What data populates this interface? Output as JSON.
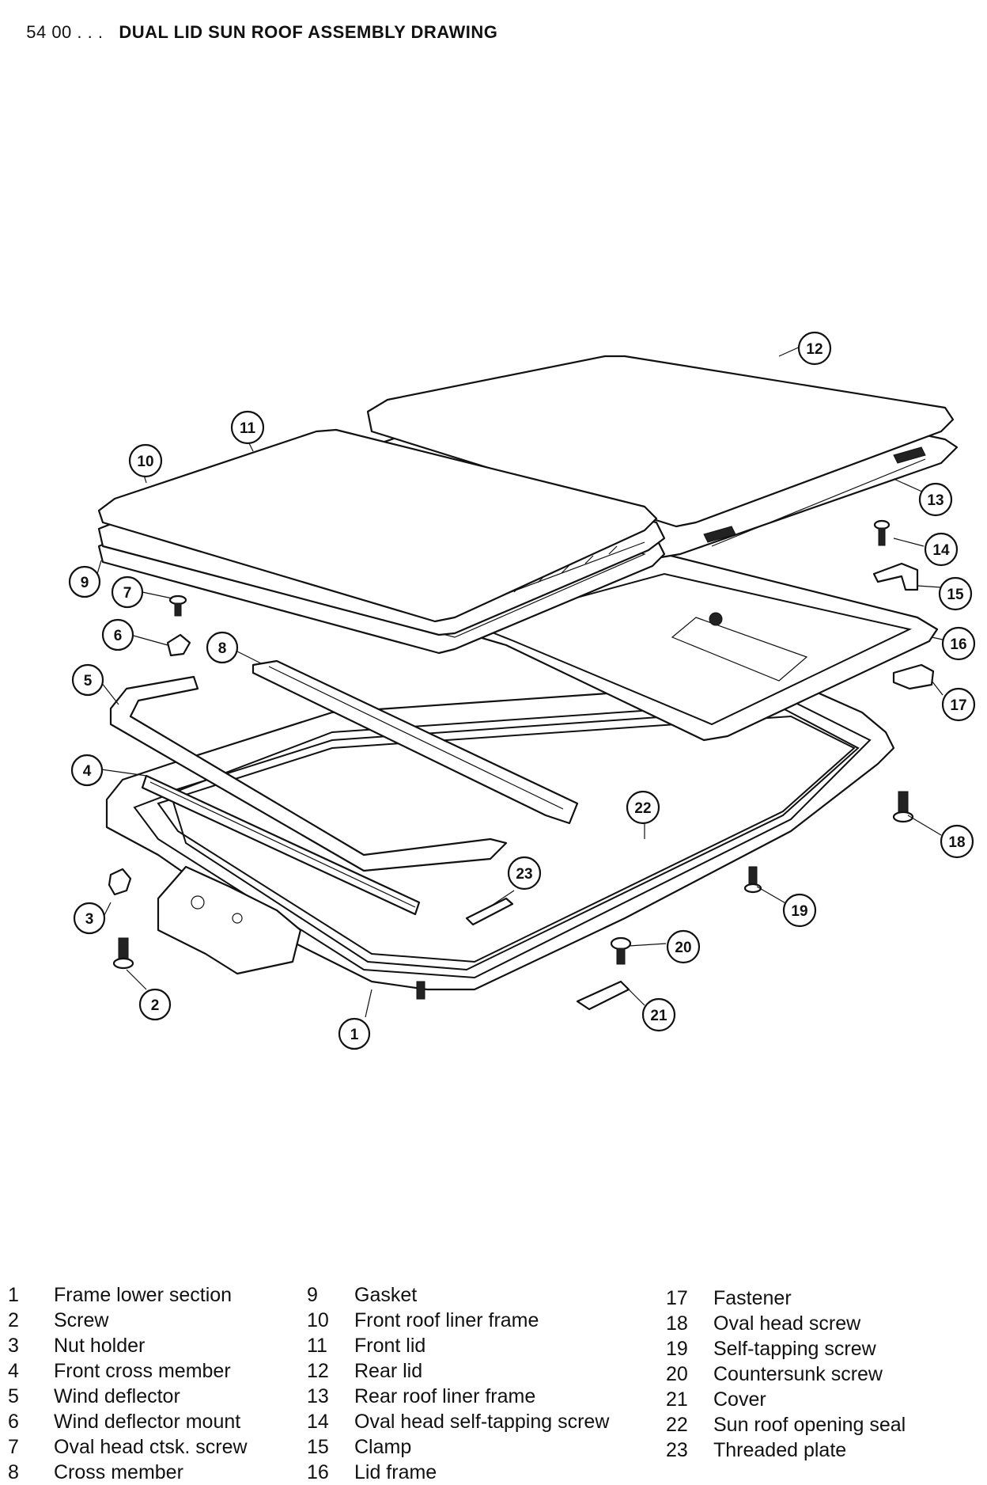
{
  "header": {
    "code": "54 00 . . .",
    "title": "DUAL LID SUN ROOF ASSEMBLY DRAWING"
  },
  "callouts": [
    "1",
    "2",
    "3",
    "4",
    "5",
    "6",
    "7",
    "8",
    "9",
    "10",
    "11",
    "12",
    "13",
    "14",
    "15",
    "16",
    "17",
    "18",
    "19",
    "20",
    "21",
    "22",
    "23"
  ],
  "legend": {
    "columns": [
      [
        {
          "num": "1",
          "label": "Frame lower section"
        },
        {
          "num": "2",
          "label": "Screw"
        },
        {
          "num": "3",
          "label": "Nut holder"
        },
        {
          "num": "4",
          "label": "Front cross member"
        },
        {
          "num": "5",
          "label": "Wind deflector"
        },
        {
          "num": "6",
          "label": "Wind deflector mount"
        },
        {
          "num": "7",
          "label": "Oval head ctsk. screw"
        },
        {
          "num": "8",
          "label": "Cross member"
        }
      ],
      [
        {
          "num": "9",
          "label": "Gasket"
        },
        {
          "num": "10",
          "label": "Front roof liner frame"
        },
        {
          "num": "11",
          "label": "Front lid"
        },
        {
          "num": "12",
          "label": "Rear lid"
        },
        {
          "num": "13",
          "label": "Rear roof liner frame"
        },
        {
          "num": "14",
          "label": "Oval head self-tapping screw"
        },
        {
          "num": "15",
          "label": "Clamp"
        },
        {
          "num": "16",
          "label": "Lid frame"
        }
      ],
      [
        {
          "num": "17",
          "label": "Fastener"
        },
        {
          "num": "18",
          "label": "Oval head screw"
        },
        {
          "num": "19",
          "label": "Self-tapping screw"
        },
        {
          "num": "20",
          "label": "Countersunk screw"
        },
        {
          "num": "21",
          "label": "Cover"
        },
        {
          "num": "22",
          "label": "Sun roof opening seal"
        },
        {
          "num": "23",
          "label": "Threaded plate"
        }
      ]
    ]
  }
}
